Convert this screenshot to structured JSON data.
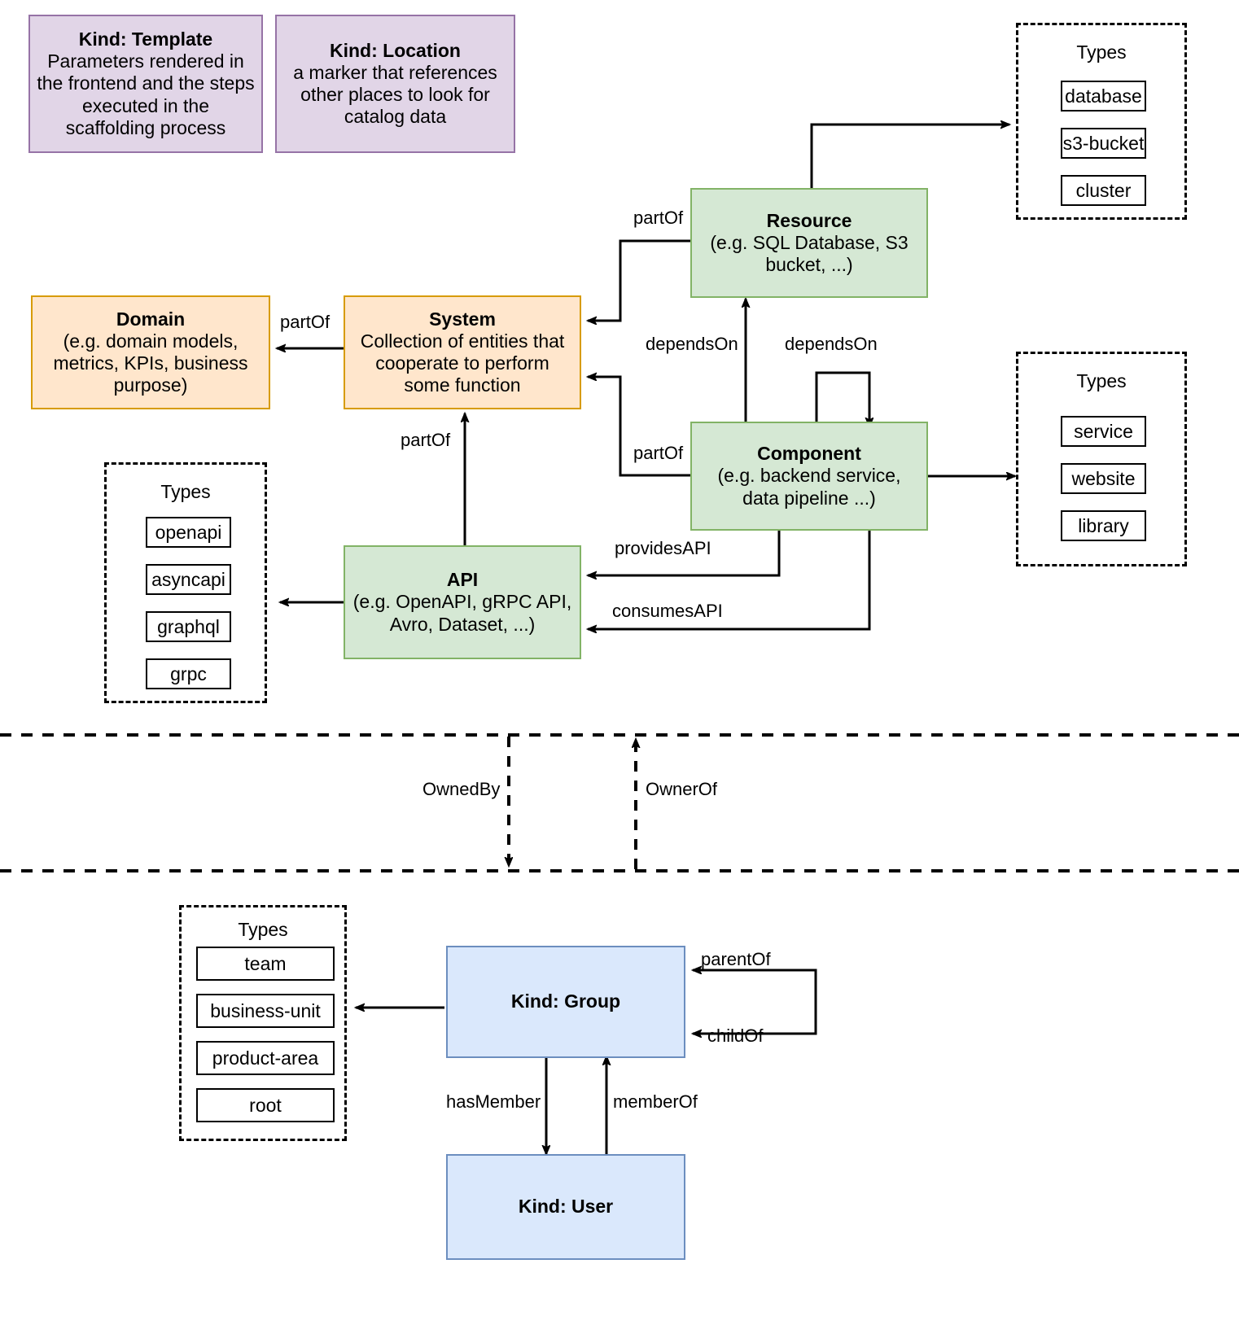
{
  "diagram": {
    "title": "Backstage Catalog Entity Kinds and Relations",
    "colors": {
      "purple_fill": "#e1d5e7",
      "purple_border": "#9673a6",
      "green_fill": "#d5e8d4",
      "green_border": "#82b366",
      "orange_fill": "#ffe6cc",
      "orange_border": "#d79b00",
      "blue_fill": "#dae8fc",
      "blue_border": "#6c8ebf",
      "edge": "#000000"
    }
  },
  "nodes": {
    "template": {
      "title": "Kind: Template",
      "description": "Parameters rendered in the frontend and the steps executed in  the scaffolding process"
    },
    "location": {
      "title": "Kind: Location",
      "description": "a marker that references other places to look for catalog data"
    },
    "resource": {
      "title": "Resource",
      "description": "(e.g. SQL Database, S3 bucket, ...)"
    },
    "domain": {
      "title": "Domain",
      "description": "(e.g.  domain models, metrics, KPIs, business purpose)"
    },
    "system": {
      "title": "System",
      "description": "Collection of entities that cooperate to perform some function"
    },
    "component": {
      "title": "Component",
      "description": "(e.g. backend service, data pipeline ...)"
    },
    "api": {
      "title": "API",
      "description": "(e.g. OpenAPI, gRPC API, Avro, Dataset, ...)"
    },
    "group": {
      "title": "Kind: Group",
      "description": ""
    },
    "user": {
      "title": "Kind: User",
      "description": ""
    }
  },
  "type_groups": {
    "resource_types": {
      "label": "Types",
      "items": [
        "database",
        "s3-bucket",
        "cluster"
      ]
    },
    "component_types": {
      "label": "Types",
      "items": [
        "service",
        "website",
        "library"
      ]
    },
    "api_types": {
      "label": "Types",
      "items": [
        "openapi",
        "asyncapi",
        "graphql",
        "grpc"
      ]
    },
    "group_types": {
      "label": "Types",
      "items": [
        "team",
        "business-unit",
        "product-area",
        "root"
      ]
    }
  },
  "edges": {
    "resource_partof_system": "partOf",
    "component_dependson_resource": "dependsOn",
    "component_dependson_component": "dependsOn",
    "system_partof_domain": "partOf",
    "component_partof_system": "partOf",
    "api_partof_system": "partOf",
    "component_providesapi": "providesAPI",
    "component_consumesapi": "consumesAPI",
    "ownedby": "OwnedBy",
    "ownerof": "OwnerOf",
    "group_parentof": "parentOf",
    "group_childof": "childOf",
    "group_hasmember": "hasMember",
    "user_memberof": "memberOf"
  }
}
